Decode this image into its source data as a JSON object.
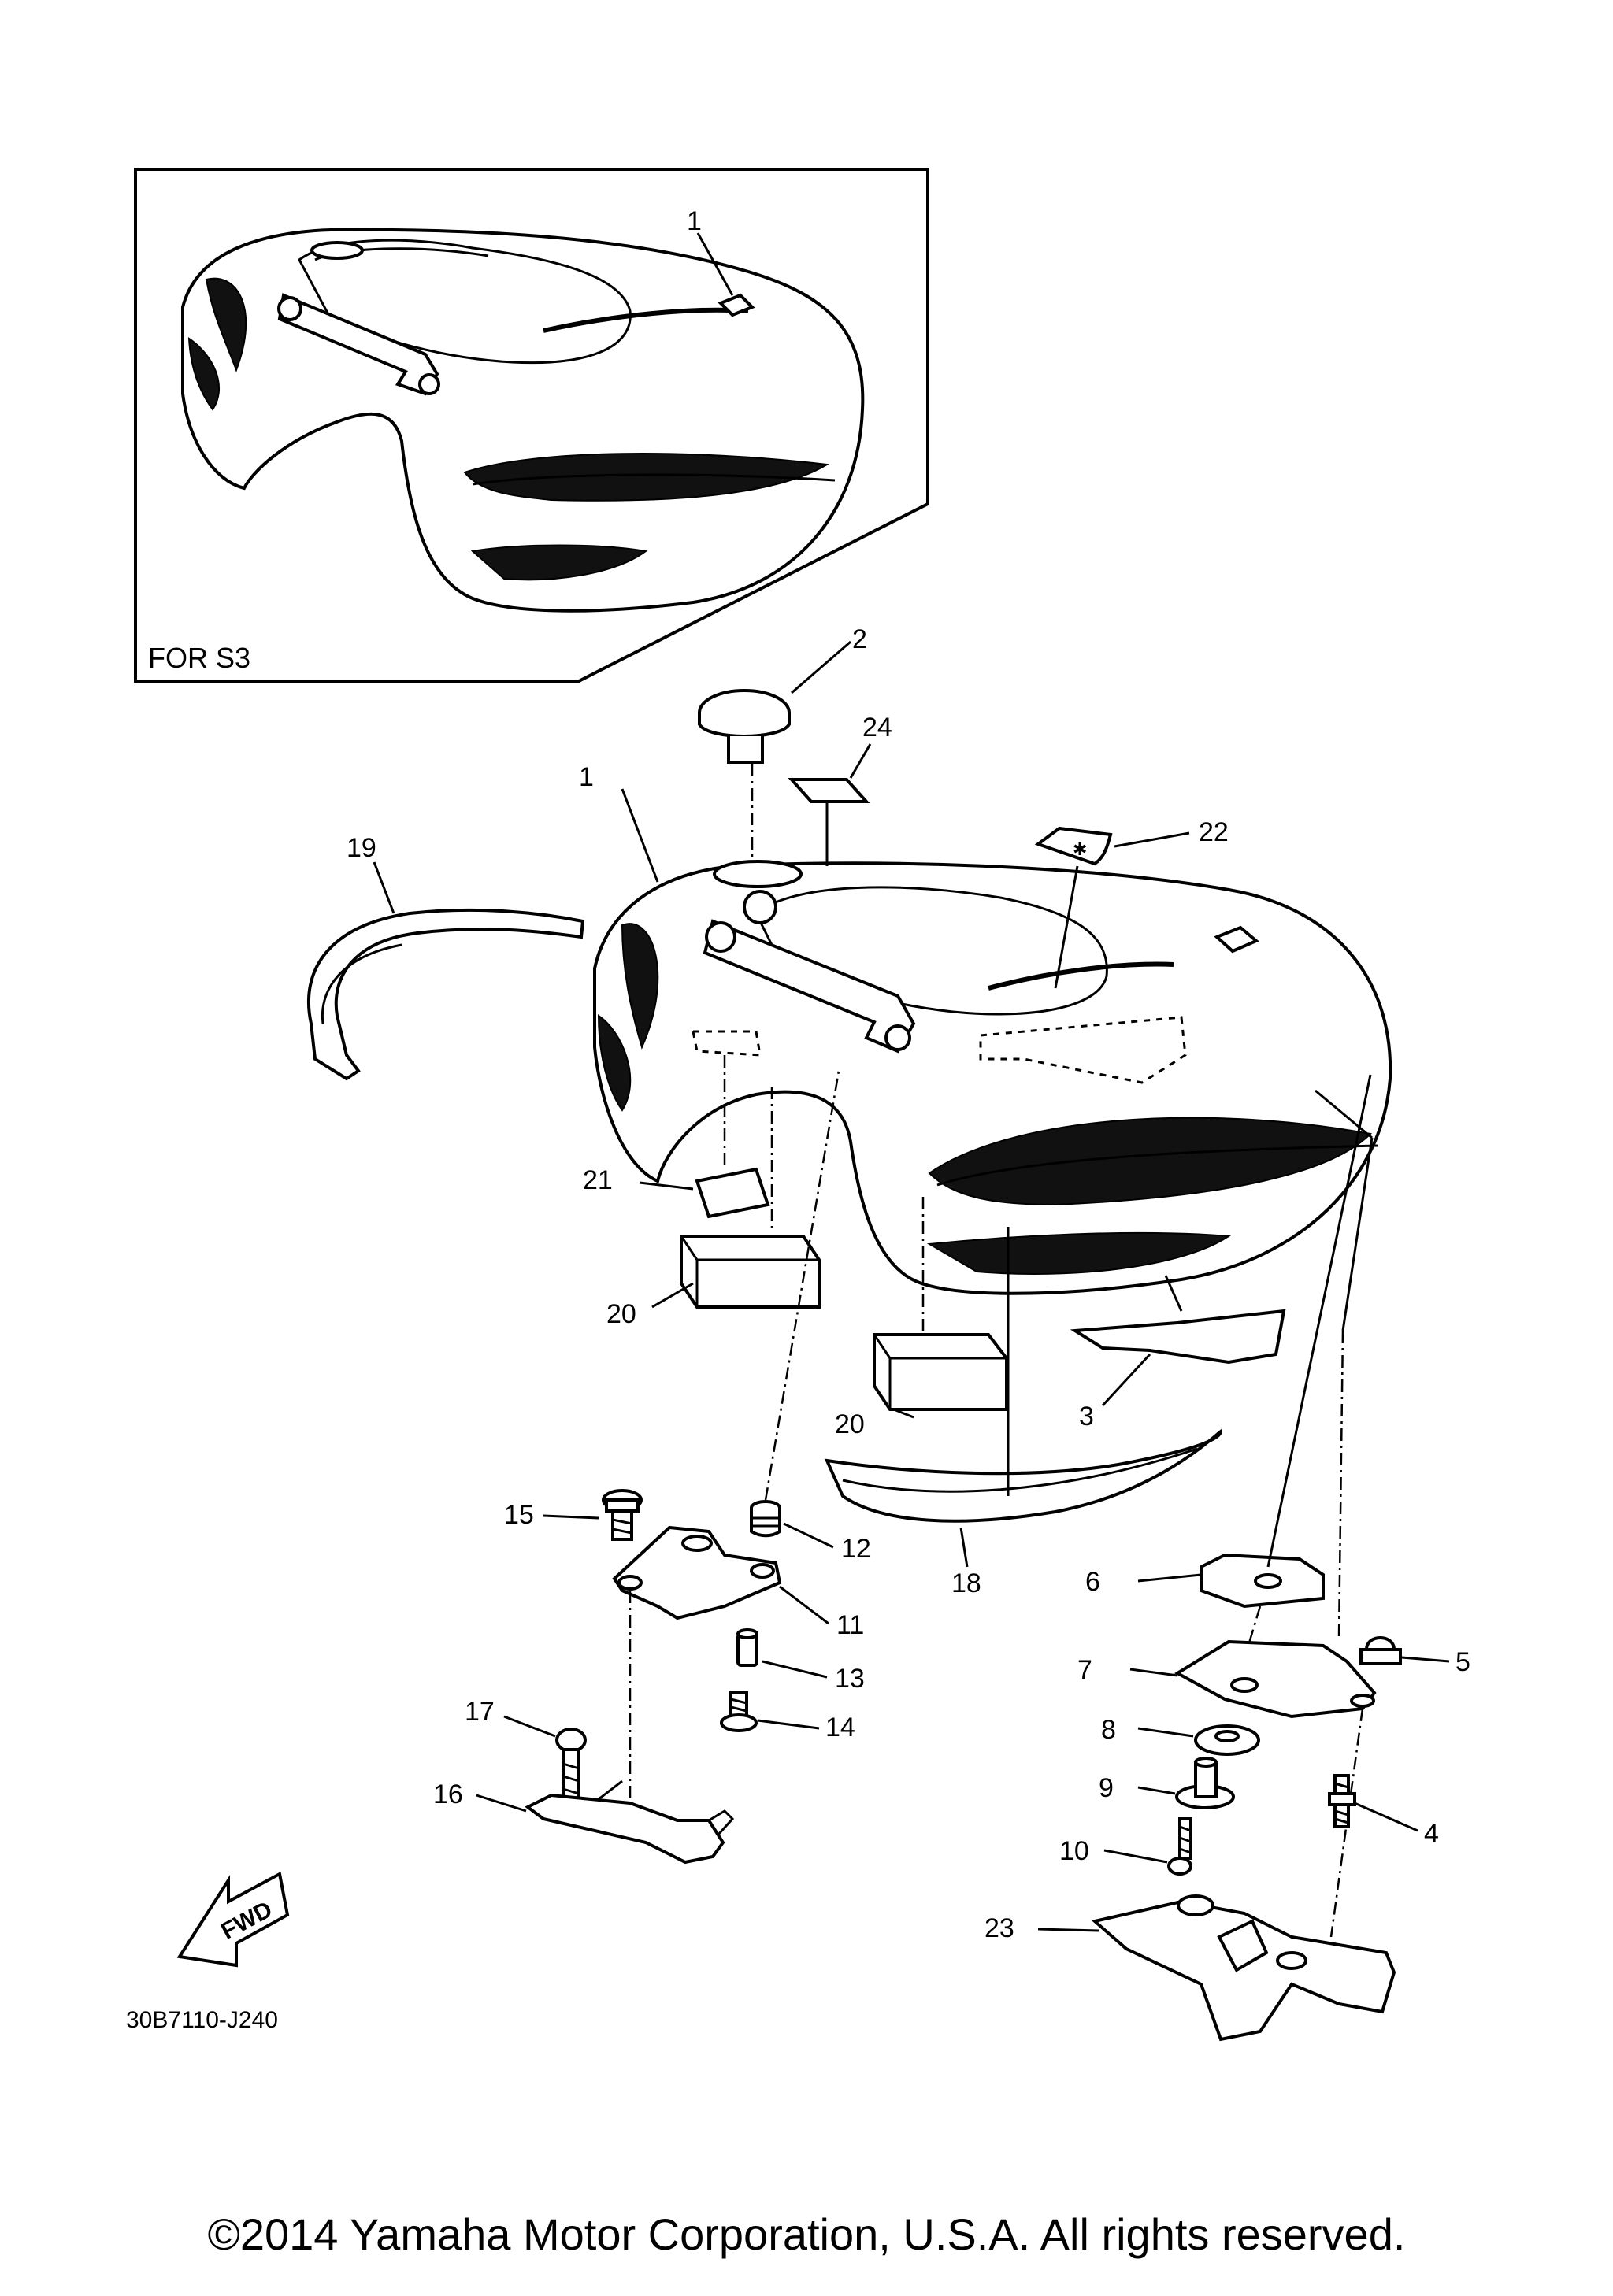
{
  "inset": {
    "label": "FOR S3",
    "callout": "1"
  },
  "callouts": {
    "c1": "1",
    "c2": "2",
    "c3": "3",
    "c4": "4",
    "c5": "5",
    "c6": "6",
    "c7": "7",
    "c8": "8",
    "c9": "9",
    "c10": "10",
    "c11": "11",
    "c12": "12",
    "c13": "13",
    "c14": "14",
    "c15": "15",
    "c16": "16",
    "c17": "17",
    "c18": "18",
    "c19": "19",
    "c20a": "20",
    "c20b": "20",
    "c21": "21",
    "c22": "22",
    "c23": "23",
    "c24": "24"
  },
  "fwd_arrow": {
    "label": "FWD",
    "icon": "forward-arrow-icon"
  },
  "diagram_code": "30B7110-J240",
  "copyright": "©2014 Yamaha Motor Corporation, U.S.A. All rights reserved."
}
